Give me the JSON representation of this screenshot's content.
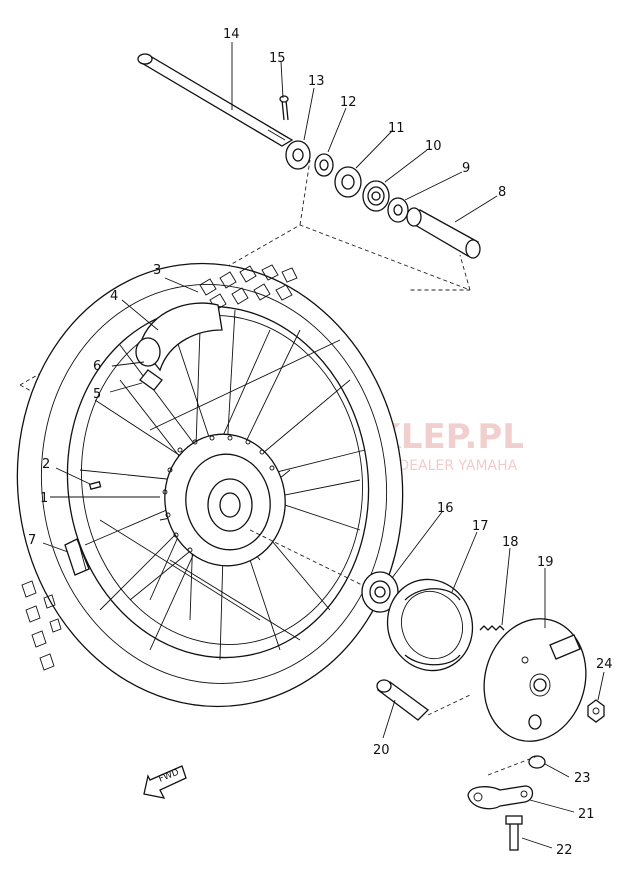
{
  "watermark": {
    "title": "SKLEP.PL",
    "subtitle": "HOWY DEALER YAMAHA",
    "color": "#e9a9a9"
  },
  "fwd_label": "FWD",
  "callouts": [
    "1",
    "2",
    "3",
    "4",
    "5",
    "6",
    "7",
    "8",
    "9",
    "10",
    "11",
    "12",
    "13",
    "14",
    "15",
    "16",
    "17",
    "18",
    "19",
    "20",
    "21",
    "22",
    "23",
    "24"
  ]
}
